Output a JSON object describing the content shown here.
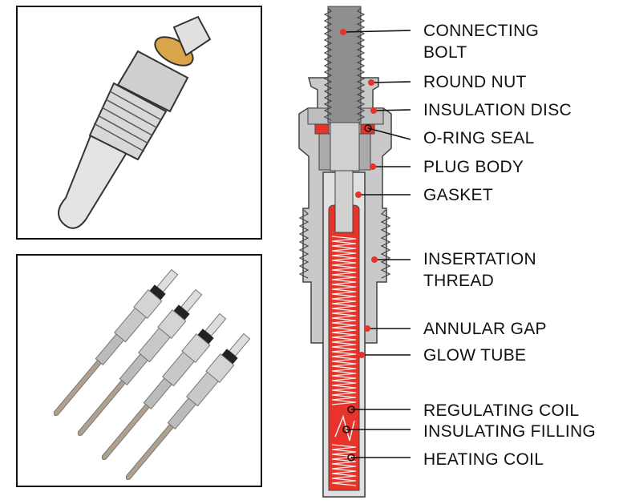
{
  "title": "Glow plug cutaway diagram",
  "colors": {
    "accent": "#e8332a",
    "metal": "#c8c8c8",
    "outline": "#333333"
  },
  "labels": [
    {
      "id": "connecting-bolt",
      "lines": [
        "CONNECTING",
        "BOLT"
      ]
    },
    {
      "id": "round-nut",
      "lines": [
        "ROUND NUT"
      ]
    },
    {
      "id": "insulation-disc",
      "lines": [
        "INSULATION DISC"
      ]
    },
    {
      "id": "o-ring-seal",
      "lines": [
        "O-RING SEAL"
      ]
    },
    {
      "id": "plug-body",
      "lines": [
        "PLUG BODY"
      ]
    },
    {
      "id": "gasket",
      "lines": [
        "GASKET"
      ]
    },
    {
      "id": "insertation-thread",
      "lines": [
        "INSERTATION",
        "THREAD"
      ]
    },
    {
      "id": "annular-gap",
      "lines": [
        "ANNULAR GAP"
      ]
    },
    {
      "id": "glow-tube",
      "lines": [
        "GLOW TUBE"
      ]
    },
    {
      "id": "regulating-coil",
      "lines": [
        "REGULATING COIL"
      ]
    },
    {
      "id": "insulating-filling",
      "lines": [
        "INSULATING FILLING"
      ]
    },
    {
      "id": "heating-coil",
      "lines": [
        "HEATING COIL"
      ]
    }
  ]
}
